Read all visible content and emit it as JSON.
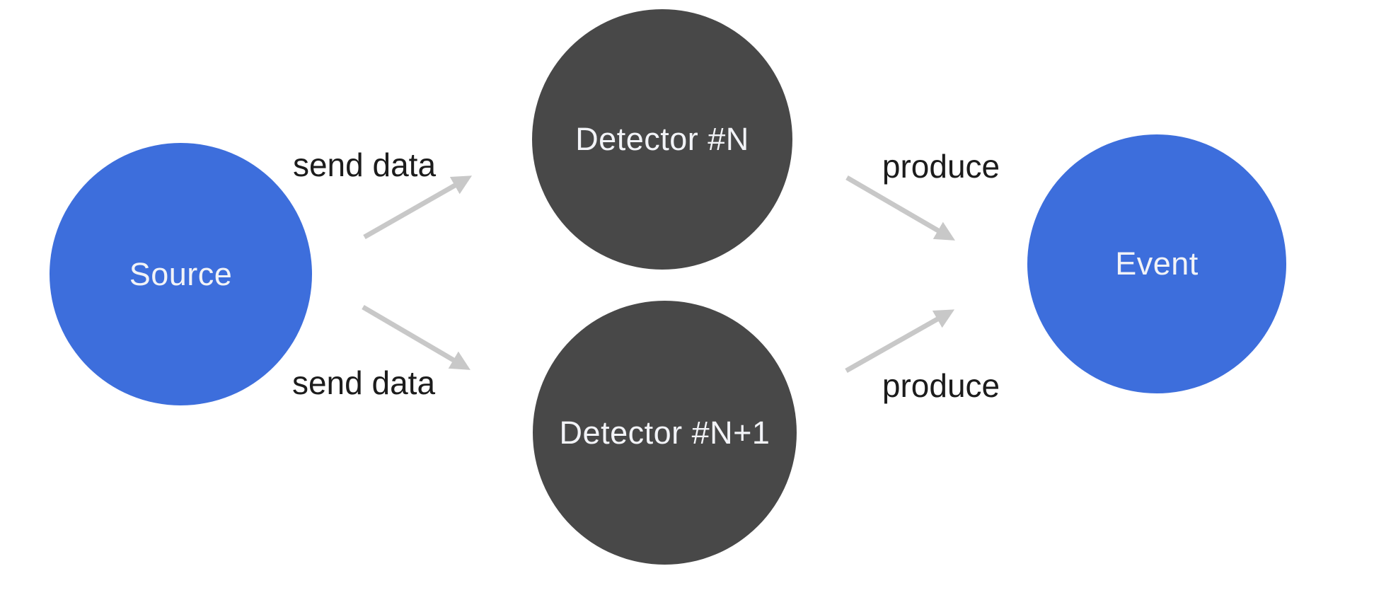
{
  "diagram": {
    "type": "flow-diagram",
    "background": "#ffffff",
    "colors": {
      "background": "#ffffff",
      "node_blue": "#3d6edc",
      "node_gray": "#484848",
      "node_text": "#f2f3f7",
      "edge_text": "#1c1c1c",
      "arrow": "#c8c8c8"
    },
    "nodes": [
      {
        "id": "source",
        "label": "Source",
        "role": "source"
      },
      {
        "id": "detector-n",
        "label": "Detector #N",
        "role": "detector"
      },
      {
        "id": "detector-n-plus-1",
        "label": "Detector #N+1",
        "role": "detector"
      },
      {
        "id": "event",
        "label": "Event",
        "role": "output"
      }
    ],
    "edges": [
      {
        "from": "source",
        "to": "detector-n",
        "label": "send data"
      },
      {
        "from": "source",
        "to": "detector-n-plus-1",
        "label": "send data"
      },
      {
        "from": "detector-n",
        "to": "event",
        "label": "produce"
      },
      {
        "from": "detector-n-plus-1",
        "to": "event",
        "label": "produce"
      }
    ]
  }
}
